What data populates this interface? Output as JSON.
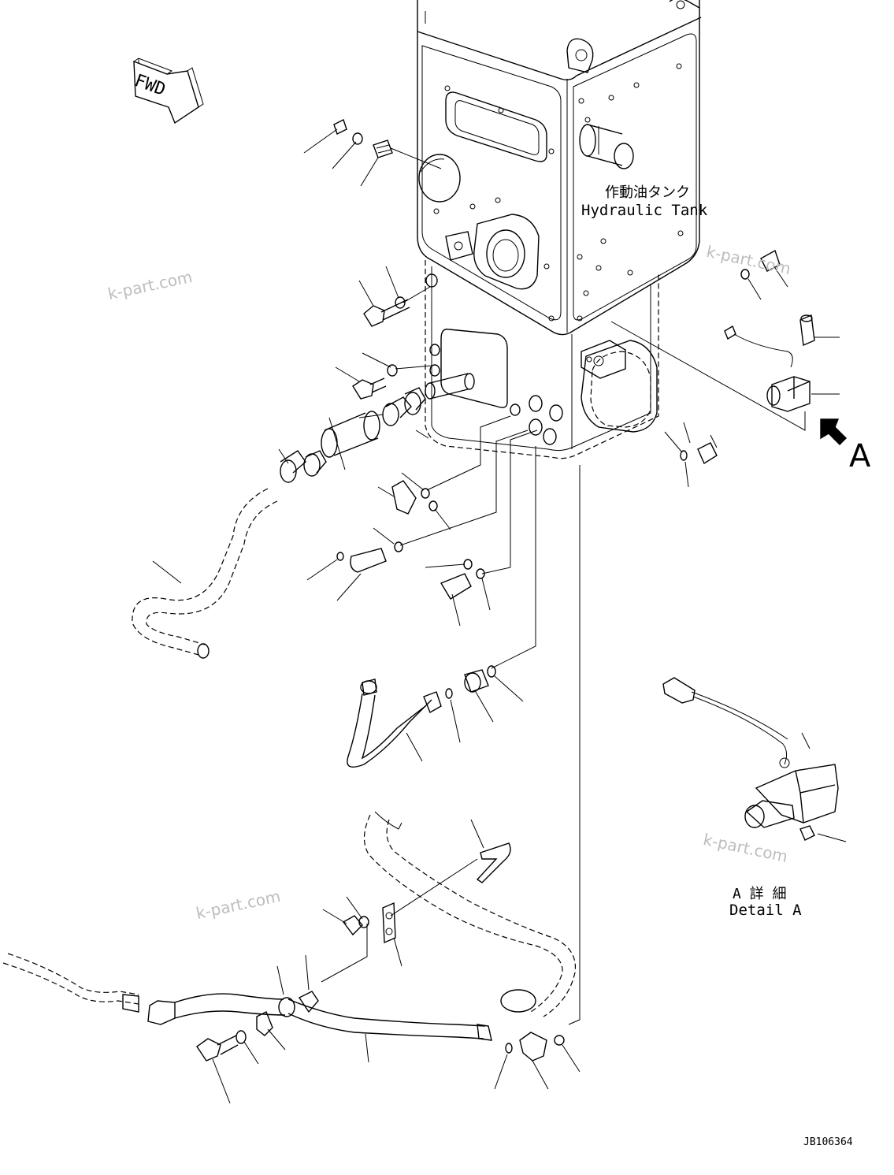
{
  "fwd_label": "FWD",
  "tank_label_jp": "作動油タンク",
  "tank_label_en": "Hydraulic Tank",
  "view_arrow_label": "A",
  "detail_label_jp": "A 詳 細",
  "detail_label_en": "Detail A",
  "drawing_number": "JB106364",
  "watermarks": [
    "k-part.com",
    "k-part.com",
    "k-part.com",
    "k-part.com"
  ]
}
